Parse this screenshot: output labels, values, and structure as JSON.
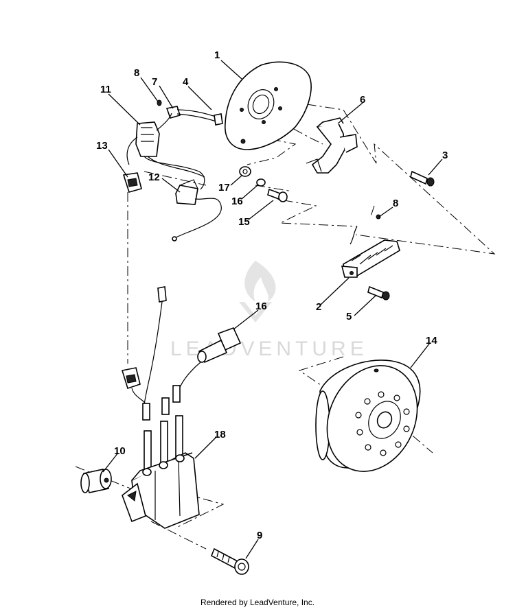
{
  "diagram": {
    "callouts": [
      {
        "id": "1",
        "label": "1"
      },
      {
        "id": "2",
        "label": "2"
      },
      {
        "id": "3",
        "label": "3"
      },
      {
        "id": "4",
        "label": "4"
      },
      {
        "id": "5",
        "label": "5"
      },
      {
        "id": "6",
        "label": "6"
      },
      {
        "id": "7",
        "label": "7"
      },
      {
        "id": "8a",
        "label": "8"
      },
      {
        "id": "8b",
        "label": "8"
      },
      {
        "id": "9",
        "label": "9"
      },
      {
        "id": "10",
        "label": "10"
      },
      {
        "id": "11",
        "label": "11"
      },
      {
        "id": "12",
        "label": "12"
      },
      {
        "id": "13",
        "label": "13"
      },
      {
        "id": "14",
        "label": "14"
      },
      {
        "id": "15",
        "label": "15"
      },
      {
        "id": "16a",
        "label": "16"
      },
      {
        "id": "16b",
        "label": "16"
      },
      {
        "id": "17",
        "label": "17"
      },
      {
        "id": "18",
        "label": "18"
      }
    ]
  },
  "watermark": {
    "text": "LEADVENTURE"
  },
  "footer": {
    "text": "Rendered by LeadVenture, Inc."
  }
}
